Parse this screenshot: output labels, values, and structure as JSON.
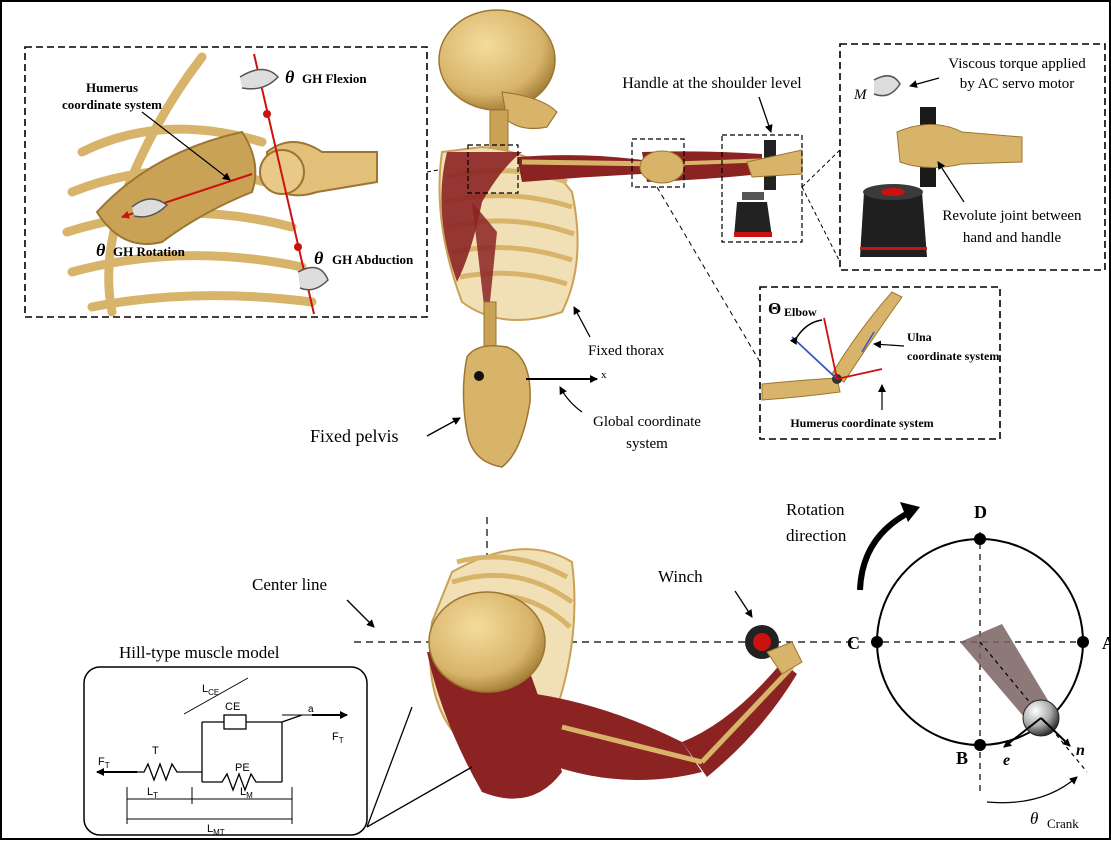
{
  "colors": {
    "bone": "#d8b46a",
    "bone_dark": "#a07c35",
    "muscle": "#8b2323",
    "axis_red": "#cc1111",
    "axis_blue": "#3355cc",
    "crank_shadow": "#7a6262"
  },
  "shoulder_inset": {
    "humerus_cs_line1": "Humerus",
    "humerus_cs_line2": "coordinate system",
    "theta": "θ",
    "flexion": "GH Flexion",
    "rotation": "GH Rotation",
    "abduction": "GH Abduction"
  },
  "handle_label": "Handle at the shoulder level",
  "motor_inset": {
    "M": "M",
    "viscous_line1": "Viscous torque applied",
    "viscous_line2": "by AC servo motor",
    "revolute_line1": "Revolute joint between",
    "revolute_line2": "hand and handle"
  },
  "elbow_inset": {
    "theta": "Θ",
    "elbow": "Elbow",
    "ulna_line1": "Ulna",
    "ulna_line2": "coordinate system",
    "humerus_cs": "Humerus coordinate system"
  },
  "fixed_thorax": "Fixed thorax",
  "fixed_pelvis": "Fixed pelvis",
  "global_cs_line1": "Global coordinate",
  "global_cs_line2": "system",
  "axis_x": "x",
  "center_line": "Center line",
  "winch": "Winch",
  "hill_model": {
    "title": "Hill-type muscle model",
    "LCE": "L",
    "LCE_sub": "CE",
    "CE": "CE",
    "PE": "PE",
    "T": "T",
    "a": "a",
    "FT": "F",
    "FT_sub": "T",
    "LT": "L",
    "LT_sub": "T",
    "LM": "L",
    "LM_sub": "M",
    "LMT": "L",
    "LMT_sub": "MT"
  },
  "crank": {
    "rotation_line1": "Rotation",
    "rotation_line2": "direction",
    "A": "A",
    "B": "B",
    "C": "C",
    "D": "D",
    "e": "e",
    "n": "n",
    "theta": "θ",
    "crank": "Crank"
  }
}
